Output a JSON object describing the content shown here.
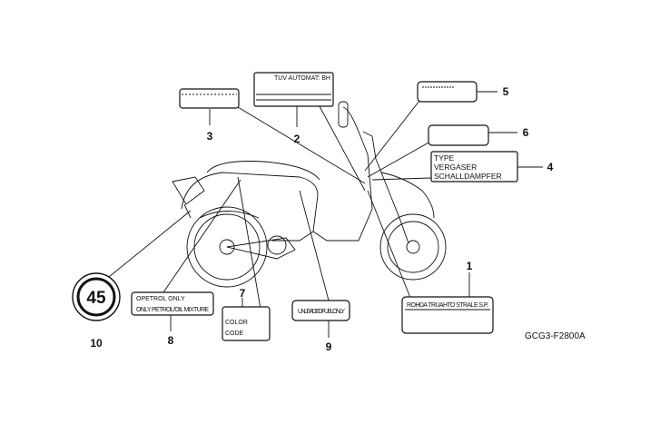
{
  "diagram_code": "GCG3-F2800A",
  "callouts": [
    {
      "number": "1",
      "label_lines": [
        "ROHDA TRUAHTO STRALE S.P."
      ]
    },
    {
      "number": "2",
      "label_lines": [
        "TUV  AUTOMAT: BH"
      ]
    },
    {
      "number": "3",
      "label_lines": [
        ""
      ]
    },
    {
      "number": "4",
      "label_lines": [
        "TYPE",
        "VERGASER",
        "SCHALLDAMPFER"
      ]
    },
    {
      "number": "5",
      "label_lines": [
        ""
      ]
    },
    {
      "number": "6",
      "label_lines": [
        ""
      ]
    },
    {
      "number": "7",
      "label_lines": [
        "COLOR",
        "CODE"
      ]
    },
    {
      "number": "8",
      "label_lines": [
        "OPETROL ONLY",
        "ONLY PETROL/OIL MIXTURE"
      ]
    },
    {
      "number": "9",
      "label_lines": [
        "UNLEADED FUEL ONLY"
      ]
    },
    {
      "number": "10",
      "label_lines": [
        "45"
      ]
    }
  ]
}
